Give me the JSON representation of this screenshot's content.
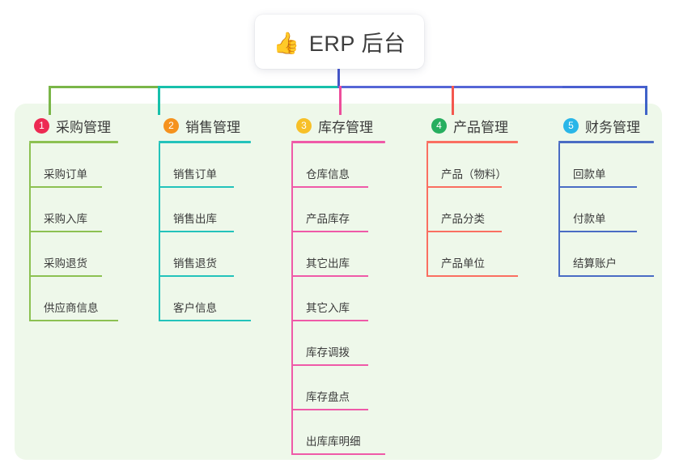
{
  "root": {
    "icon": "thumbs-up-icon",
    "emoji": "👍",
    "title": "ERP 后台"
  },
  "panel": {
    "background_color": "#eef8ea"
  },
  "connectors": {
    "stem_color": "#4455c6",
    "bus_segments": [
      {
        "color": "#7ab648",
        "note": "left segment to column 1"
      },
      {
        "color": "#17c0ab",
        "note": "segment to column 2"
      },
      {
        "color": "#5566d6",
        "note": "right segment to columns 3-5"
      }
    ],
    "drops": [
      {
        "color": "#7ab648"
      },
      {
        "color": "#17c0ab"
      },
      {
        "color": "#ed4d9b"
      },
      {
        "color": "#f4584f"
      },
      {
        "color": "#3f63c8"
      }
    ]
  },
  "columns": [
    {
      "index": "1",
      "title": "采购管理",
      "badge_color": "#ed2a53",
      "line_color": "#8cc152",
      "items": [
        {
          "label": "采购订单"
        },
        {
          "label": "采购入库"
        },
        {
          "label": "采购退货"
        },
        {
          "label": "供应商信息"
        }
      ]
    },
    {
      "index": "2",
      "title": "销售管理",
      "badge_color": "#f5921e",
      "line_color": "#23c3bb",
      "items": [
        {
          "label": "销售订单"
        },
        {
          "label": "销售出库"
        },
        {
          "label": "销售退货"
        },
        {
          "label": "客户信息"
        }
      ]
    },
    {
      "index": "3",
      "title": "库存管理",
      "badge_color": "#f7c028",
      "line_color": "#ef5aa8",
      "items": [
        {
          "label": "仓库信息"
        },
        {
          "label": "产品库存"
        },
        {
          "label": "其它出库"
        },
        {
          "label": "其它入库"
        },
        {
          "label": "库存调拨"
        },
        {
          "label": "库存盘点"
        },
        {
          "label": "出库库明细"
        }
      ]
    },
    {
      "index": "4",
      "title": "产品管理",
      "badge_color": "#27ae5f",
      "line_color": "#fa6f61",
      "items": [
        {
          "label": "产品（物料）"
        },
        {
          "label": "产品分类"
        },
        {
          "label": "产品单位"
        }
      ]
    },
    {
      "index": "5",
      "title": "财务管理",
      "badge_color": "#29b6e8",
      "line_color": "#4a6cc4",
      "items": [
        {
          "label": "回款单"
        },
        {
          "label": "付款单"
        },
        {
          "label": "结算账户"
        }
      ]
    }
  ]
}
